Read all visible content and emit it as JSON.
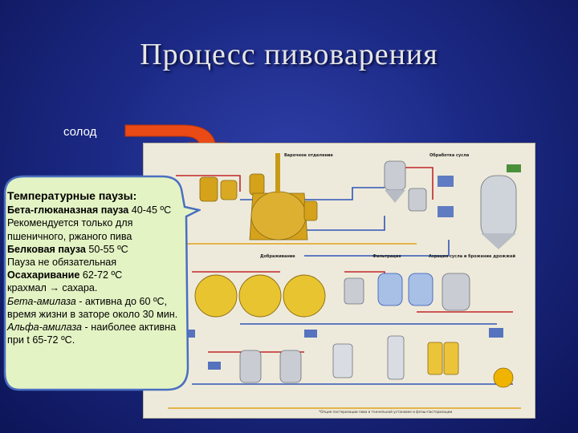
{
  "title": "Процесс пивоварения",
  "malt_label": "солод",
  "callout": {
    "heading": "Температурные паузы:",
    "lines": [
      {
        "bold": "Бета-глюканазная пауза",
        "rest": " 40-45 ºС"
      },
      {
        "plain": "Рекомендуется только для пшеничного, ржаного пива"
      },
      {
        "bold": "Белковая пауза",
        "rest": " 50-55 ºС"
      },
      {
        "plain": "Пауза не обязательная"
      },
      {
        "bold": "Осахаривание",
        "rest": " 62-72 ºС"
      },
      {
        "plain": " крахмал → сахара."
      },
      {
        "italic": "Бета-амилаза",
        "rest": " - активна  до 60 ºС,"
      },
      {
        "plain": "время жизни в заторе около 30 мин."
      },
      {
        "italic": "Альфа-амилаза",
        "rest": " - наиболее активна при t 65-72 ºС."
      }
    ]
  },
  "diagram": {
    "section_labels": [
      "Варочное отделение",
      "Обработка сусла",
      "Дображивание",
      "Фильтрация",
      "Аэрация сусла и брожение дрожжей"
    ],
    "footnote": "*Опция пастеризации пива в тоннельной установке и флэш-пастеризации"
  },
  "colors": {
    "background": "#1c2a86",
    "title": "#e6e6e6",
    "arrow": "#e94a16",
    "callout_fill": "#e4f3c4",
    "callout_border": "#4a6fc0",
    "diagram_bg": "#eeeadb",
    "brewhouse_gold": "#d4a21b",
    "tank_silver": "#c9ccd3",
    "pipe_blue": "#2f55b8",
    "pipe_red": "#c0262b"
  }
}
